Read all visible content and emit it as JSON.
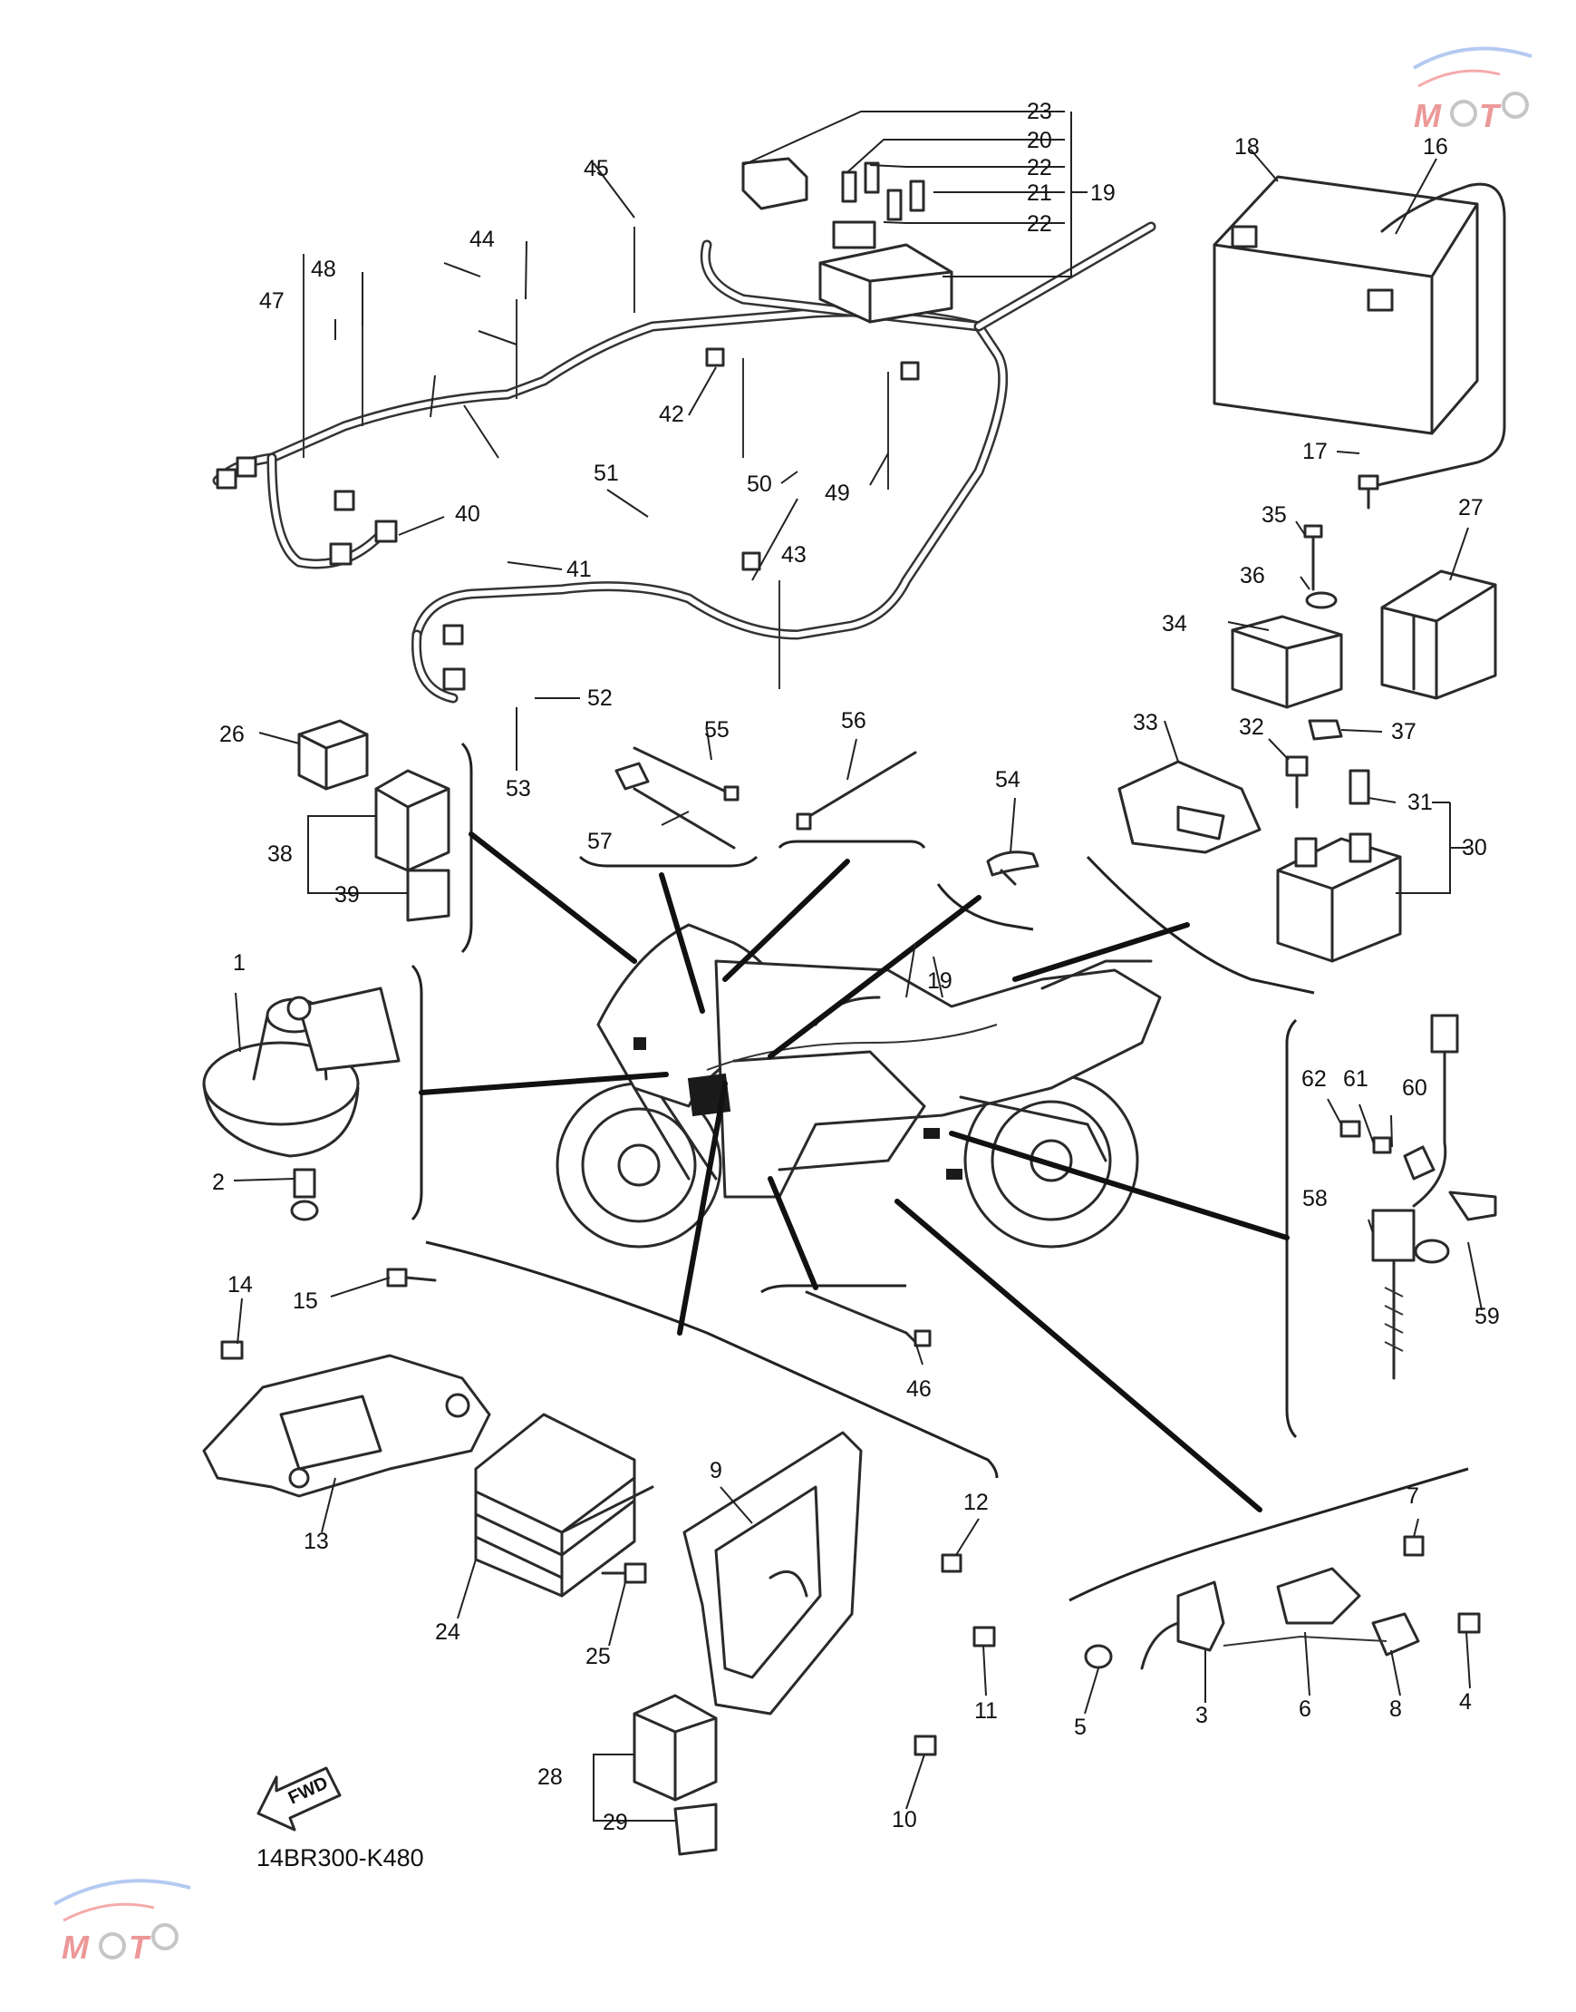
{
  "diagram": {
    "code": "14BR300-K480",
    "direction_arrow": {
      "label": "FWD",
      "icon": "fwd-arrow-icon"
    },
    "watermark": {
      "text": "MOTO",
      "icon": "moto-logo-icon"
    }
  },
  "part_numbers": {
    "n1": "1",
    "n2": "2",
    "n3": "3",
    "n4": "4",
    "n5": "5",
    "n6": "6",
    "n7": "7",
    "n8": "8",
    "n9": "9",
    "n10": "10",
    "n11": "11",
    "n12": "12",
    "n13": "13",
    "n14": "14",
    "n15": "15",
    "n16": "16",
    "n17": "17",
    "n18": "18",
    "n19a": "19",
    "n19b": "19",
    "n20": "20",
    "n21": "21",
    "n22a": "22",
    "n22b": "22",
    "n23": "23",
    "n24": "24",
    "n25": "25",
    "n26": "26",
    "n27": "27",
    "n28": "28",
    "n29": "29",
    "n30": "30",
    "n31": "31",
    "n32": "32",
    "n33": "33",
    "n34": "34",
    "n35": "35",
    "n36": "36",
    "n37": "37",
    "n38": "38",
    "n39": "39",
    "n40": "40",
    "n41": "41",
    "n42": "42",
    "n43": "43",
    "n44": "44",
    "n45": "45",
    "n46": "46",
    "n47": "47",
    "n48": "48",
    "n49": "49",
    "n50": "50",
    "n51": "51",
    "n52": "52",
    "n53": "53",
    "n54": "54",
    "n55": "55",
    "n56": "56",
    "n57": "57",
    "n58": "58",
    "n59": "59",
    "n60": "60",
    "n61": "61",
    "n62": "62"
  }
}
